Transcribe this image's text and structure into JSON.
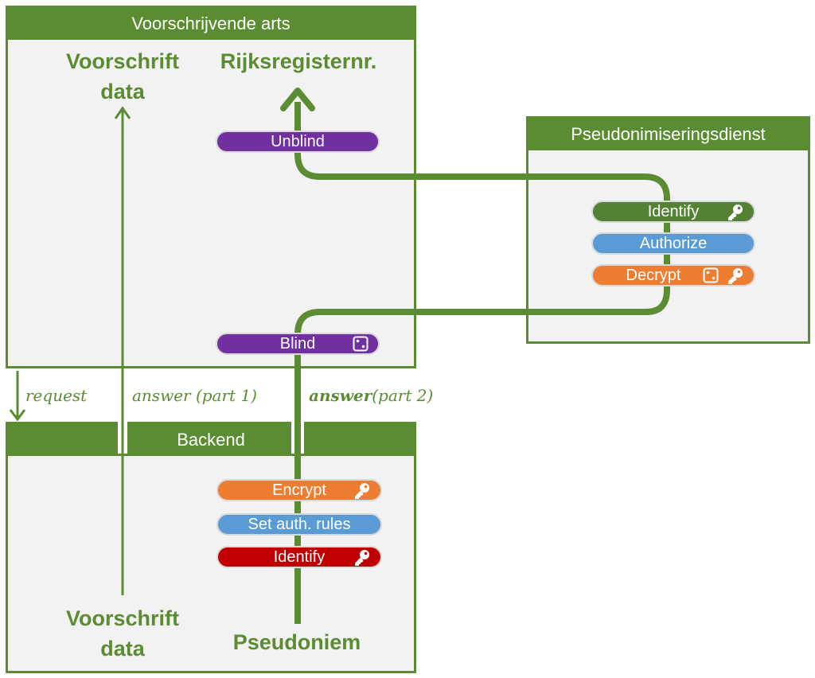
{
  "colors": {
    "green": "#5b8c32",
    "box_bg": "#f2f2f2",
    "purple": "#7030a0",
    "dark_green": "#548235",
    "blue": "#5b9bd5",
    "orange": "#ed7d31",
    "red": "#c00000"
  },
  "prescriber": {
    "title": "Voorschrijvende arts",
    "voorschrift_line1": "Voorschrift",
    "voorschrift_line2": "data",
    "rijksregister": "Rijksregisternr.",
    "unblind": "Unblind",
    "blind": "Blind"
  },
  "pseudo_service": {
    "title": "Pseudonimiseringsdienst",
    "identify": "Identify",
    "authorize": "Authorize",
    "decrypt": "Decrypt"
  },
  "backend": {
    "title": "Backend",
    "encrypt": "Encrypt",
    "set_auth_rules": "Set auth. rules",
    "identify": "Identify",
    "voorschrift_line1": "Voorschrift",
    "voorschrift_line2": "data",
    "pseudoniem": "Pseudoniem"
  },
  "arrows": {
    "request": "request",
    "answer_part1_a": "answer",
    "answer_part1_b": " (part 1)",
    "answer_part2_a": "answer",
    "answer_part2_b": "(part 2)"
  },
  "icons": [
    "key-icon",
    "dice-icon"
  ]
}
